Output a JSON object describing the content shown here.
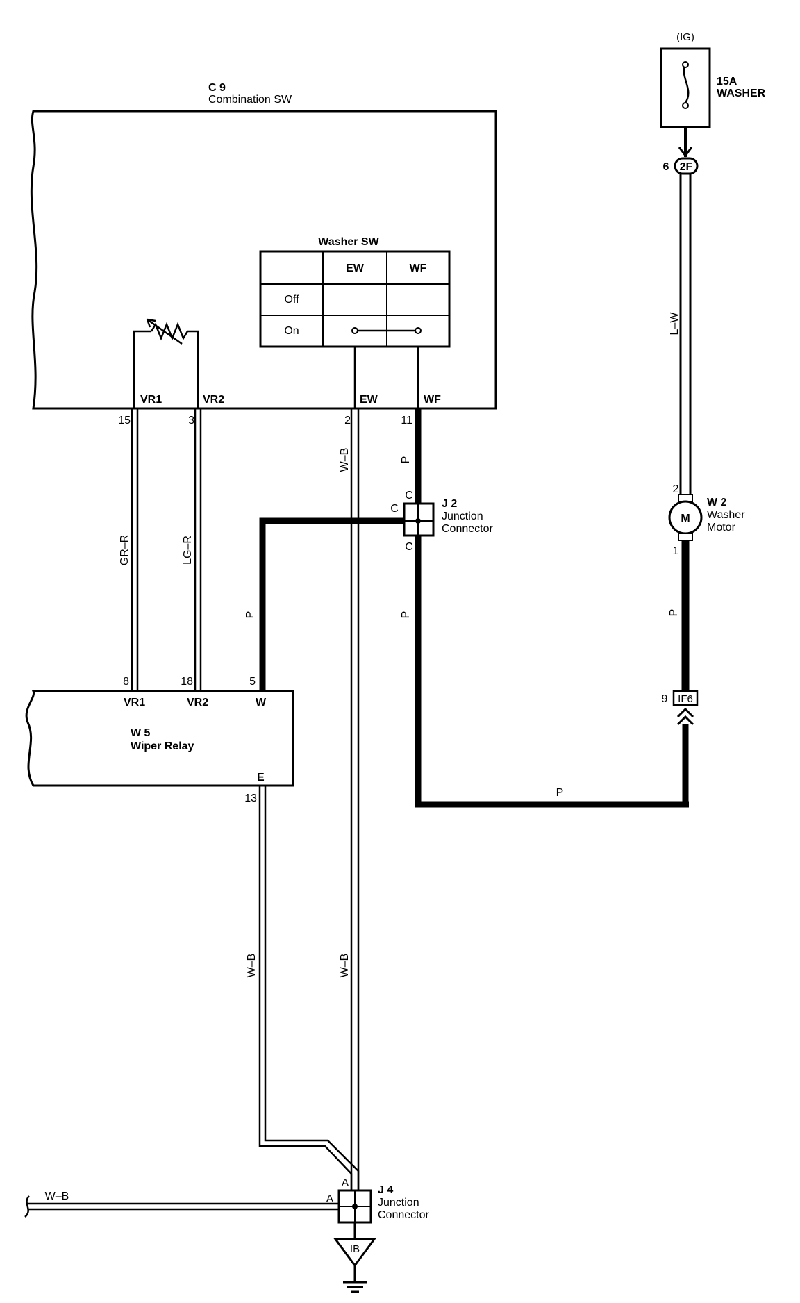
{
  "fuse": {
    "source": "(IG)",
    "rating": "15A",
    "name": "WASHER",
    "connector_pin": "6",
    "connector_id": "2F"
  },
  "combination_sw": {
    "id": "C 9",
    "name": "Combination SW",
    "pins": {
      "vr1": {
        "label": "VR1",
        "num": "15"
      },
      "vr2": {
        "label": "VR2",
        "num": "3"
      },
      "ew": {
        "label": "EW",
        "num": "2"
      },
      "wf": {
        "label": "WF",
        "num": "11"
      }
    }
  },
  "washer_sw": {
    "title": "Washer SW",
    "col_ew": "EW",
    "col_wf": "WF",
    "row_off": "Off",
    "row_on": "On"
  },
  "wires": {
    "lw": "L–W",
    "gr_r": "GR–R",
    "lg_r": "LG–R",
    "w_b": "W–B",
    "p": "P"
  },
  "j2": {
    "id": "J 2",
    "line1": "Junction",
    "line2": "Connector",
    "pin": "C"
  },
  "washer_motor": {
    "id": "W 2",
    "line1": "Washer",
    "line2": "Motor",
    "symbol": "M",
    "pin_top": "2",
    "pin_bottom": "1"
  },
  "if6": {
    "id": "IF6",
    "pin": "9"
  },
  "wiper_relay": {
    "id": "W 5",
    "name": "Wiper Relay",
    "pins": {
      "vr1": {
        "label": "VR1",
        "num": "8"
      },
      "vr2": {
        "label": "VR2",
        "num": "18"
      },
      "w": {
        "label": "W",
        "num": "5"
      },
      "e": {
        "label": "E",
        "num": "13"
      }
    }
  },
  "j4": {
    "id": "J 4",
    "line1": "Junction",
    "line2": "Connector",
    "pin": "A"
  },
  "ground": {
    "id": "IB"
  }
}
